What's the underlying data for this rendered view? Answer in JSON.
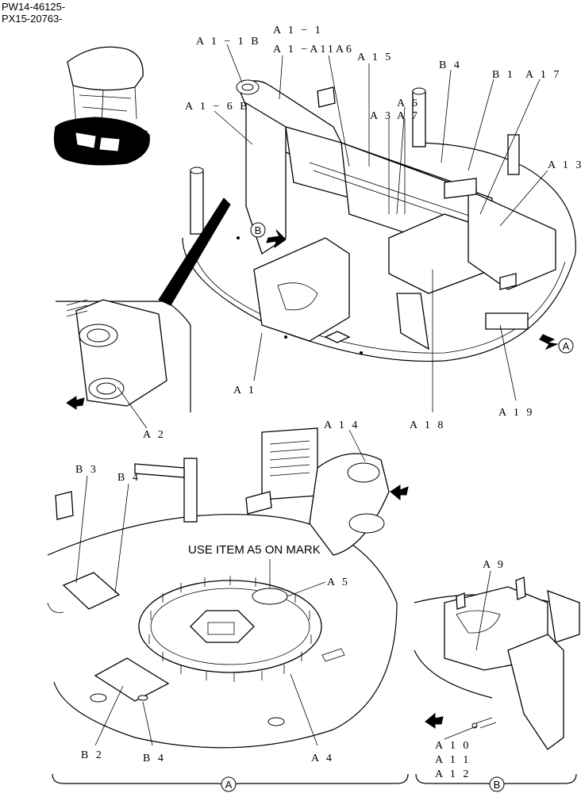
{
  "header": {
    "line1": "PW14-46125-",
    "line2": "PX15-20763-"
  },
  "callouts": {
    "A1_1B": "A 1 − 1 B",
    "A1_1": "A 1 − 1",
    "A1_A11A6": "A 1 −A11A6",
    "A1_6B": "A 1 − 6 B",
    "A15": "A 1 5",
    "B4_top": "B 4",
    "B1": "B 1",
    "A17": "A 1 7",
    "A6": "A 6",
    "A3": "A 3",
    "A7": "A 7",
    "A13": "A 1 3",
    "A1": "A 1",
    "A18": "A 1 8",
    "A19": "A 1 9",
    "A2": "A 2",
    "A14": "A 1 4",
    "B3": "B 3",
    "B4_mid": "B 4",
    "A5": "A 5",
    "A9": "A 9",
    "B2": "B 2",
    "B4_bot": "B 4",
    "A4": "A 4",
    "A10": "A 1 0",
    "A11": "A 1 1",
    "A12": "A 1 2"
  },
  "note": "USE ITEM A5 ON MARK",
  "view_markers": {
    "A_top": "A",
    "B_top": "B",
    "A_bottom": "A",
    "B_bottom": "B"
  }
}
